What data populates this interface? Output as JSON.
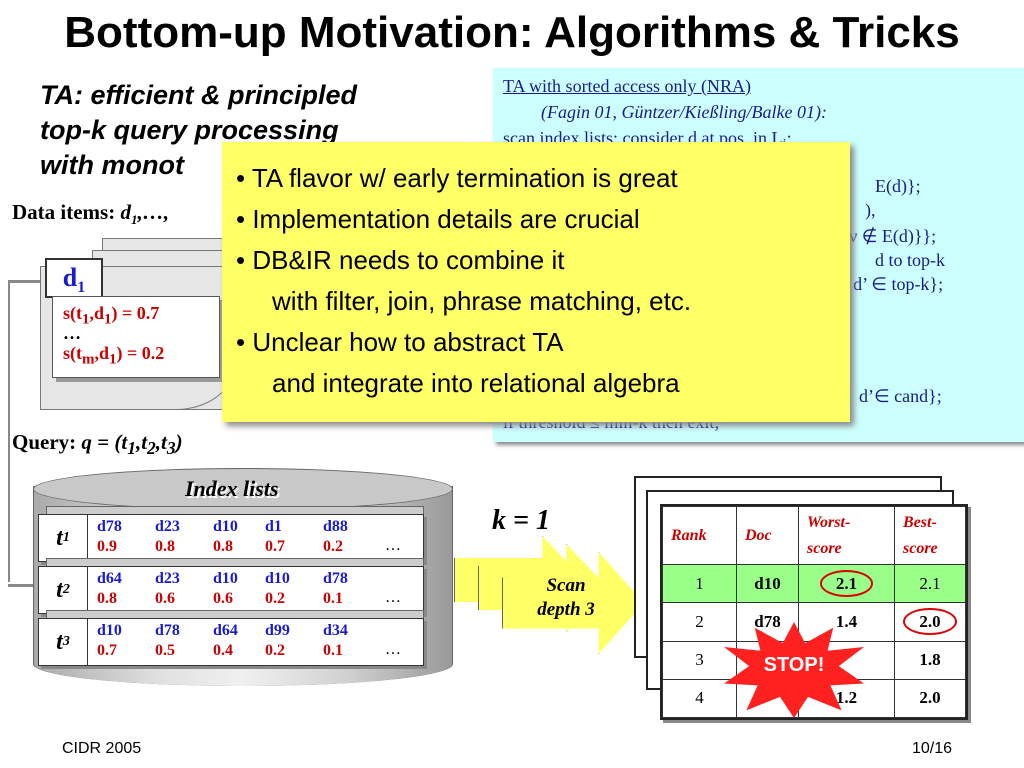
{
  "title": "Bottom-up Motivation: Algorithms & Tricks",
  "ta_heading": [
    "TA: efficient & principled",
    "top-k query processing",
    "with monot"
  ],
  "nra": {
    "title": "TA with sorted access only (NRA)",
    "citation": "(Fagin 01, Güntzer/Kießling/Balke 01):",
    "lines": [
      "scan index lists; consider d at pos. in L",
      "E(d)};",
      "),",
      "| ν ∉ E(d)}};",
      "d to top-k",
      "| d’ ∈ top-k};",
      "d’∈ cand};",
      "if threshold ≤ min-k then exit;"
    ]
  },
  "data_items": {
    "label": "Data items:",
    "vars": "d",
    "tail": "1,…,",
    "doc_tab": "d",
    "doc_tab_sub": "1",
    "score_lines": [
      "s(t1,d1) = 0.7",
      "…",
      "s(tm,d1) = 0.2"
    ]
  },
  "query": {
    "label": "Query:",
    "expr": "q = (t1,t2,t3)"
  },
  "index_lists": {
    "label": "Index lists",
    "rows": [
      {
        "term": "t",
        "sub": "1",
        "cells": [
          [
            "d78",
            "0.9"
          ],
          [
            "d23",
            "0.8"
          ],
          [
            "d10",
            "0.8"
          ],
          [
            "d1",
            "0.7"
          ],
          [
            "d88",
            "0.2"
          ]
        ],
        "more": "…"
      },
      {
        "term": "t",
        "sub": "2",
        "cells": [
          [
            "d64",
            "0.8"
          ],
          [
            "d23",
            "0.6"
          ],
          [
            "d10",
            "0.6"
          ],
          [
            "d10",
            "0.2"
          ],
          [
            "d78",
            "0.1"
          ]
        ],
        "more": "…"
      },
      {
        "term": "t",
        "sub": "3",
        "cells": [
          [
            "d10",
            "0.7"
          ],
          [
            "d78",
            "0.5"
          ],
          [
            "d64",
            "0.4"
          ],
          [
            "d99",
            "0.2"
          ],
          [
            "d34",
            "0.1"
          ]
        ],
        "more": "…"
      }
    ]
  },
  "scan": {
    "k_label": "k = 1",
    "text_1": "Scan",
    "text_2": "depth 3"
  },
  "topk_table": {
    "headers": [
      "Rank",
      "Doc",
      "Worst-score",
      "Best-score"
    ],
    "rows": [
      [
        "1",
        "d10",
        "2.1",
        "2.1"
      ],
      [
        "2",
        "d78",
        "1.4",
        "2.0"
      ],
      [
        "3",
        "",
        "",
        "1.8"
      ],
      [
        "4",
        "",
        "1.2",
        "2.0"
      ]
    ]
  },
  "stop_label": "STOP!",
  "overlay_bullets": [
    "• TA flavor w/ early termination is great",
    "• Implementation details are crucial",
    "• DB&IR needs to combine it",
    "with filter, join, phrase matching, etc.",
    "• Unclear how to abstract TA",
    "and integrate into relational algebra"
  ],
  "footer": {
    "left": "CIDR 2005",
    "right": "10/16"
  },
  "colors": {
    "nra_bg": "#ccffff",
    "overlay_bg": "#ffff66",
    "doc_blue": "#1a1ad0",
    "score_red": "#c00000",
    "stop_red": "#ff2020",
    "highlight_green": "#99ff88"
  }
}
